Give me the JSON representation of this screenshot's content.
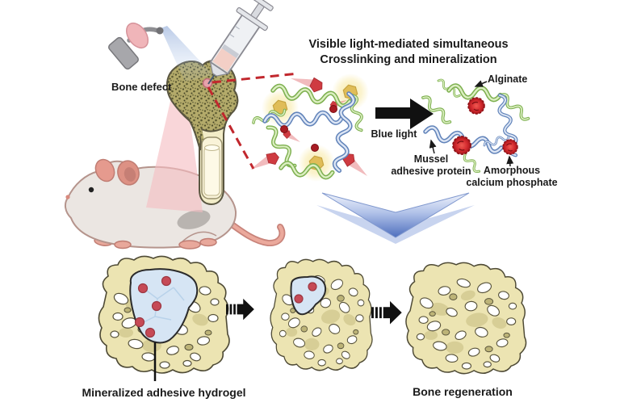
{
  "figure_title": {
    "line1": "Visible light-mediated simultaneous",
    "line2": "Crosslinking and mineralization"
  },
  "annotations": {
    "bone_defect": "Bone defect",
    "blue_light": "Blue light",
    "alginate": "Alginate",
    "mussel_line1": "Mussel",
    "mussel_line2": "adhesive protein",
    "amorphous_line1": "Amorphous",
    "amorphous_line2": "calcium phosphate",
    "mineralized_hydrogel": "Mineralized adhesive hydrogel",
    "bone_regeneration": "Bone regeneration"
  },
  "colors": {
    "alginate_green": "#7eb050",
    "protein_blue": "#6284ba",
    "acp_red": "#cc2127",
    "mineral_dot_red": "#a81c24",
    "hydrogel_blue": "#d6e5f4",
    "bone_cream": "#f2ecc8",
    "scaffold_beige": "#ece4b2",
    "beam_pink": "#f5bdc1",
    "glow_yellow": "#f6e8a9",
    "dashed_red": "#c1272d",
    "chevron_blue": "#4e6fbe",
    "text_black": "#1a1a1a"
  }
}
